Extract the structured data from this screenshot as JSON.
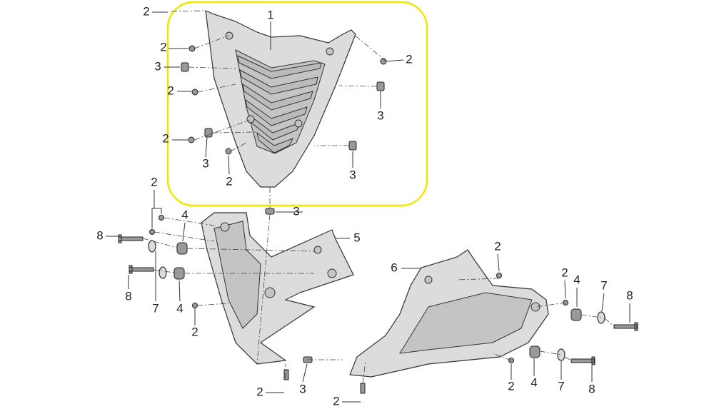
{
  "highlight_color": "#f2e600",
  "callouts": [
    "2",
    "1",
    "2",
    "3",
    "2",
    "2",
    "3",
    "2",
    "3",
    "2",
    "3",
    "2",
    "3",
    "4",
    "8",
    "5",
    "2",
    "6",
    "8",
    "7",
    "4",
    "2",
    "4",
    "7",
    "8",
    "2",
    "2",
    "3",
    "2",
    "2",
    "4",
    "7",
    "8"
  ]
}
